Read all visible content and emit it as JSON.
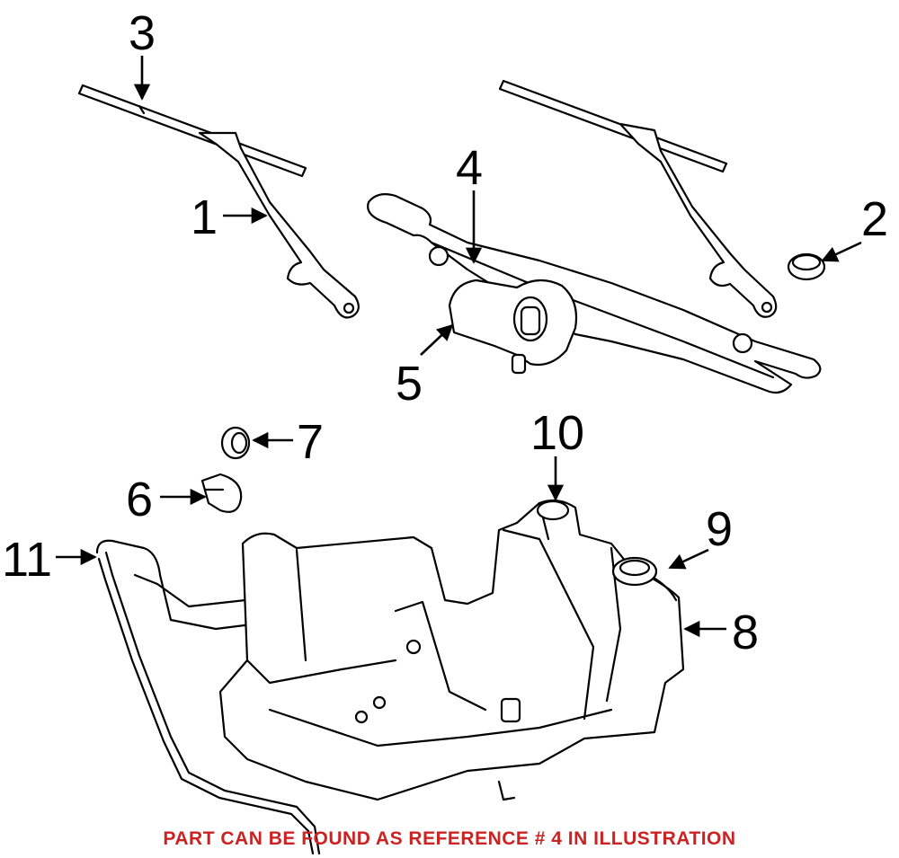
{
  "callouts": {
    "c1": "1",
    "c2": "2",
    "c3": "3",
    "c4": "4",
    "c5": "5",
    "c6": "6",
    "c7": "7",
    "c8": "8",
    "c9": "9",
    "c10": "10",
    "c11": "11"
  },
  "footer": {
    "note": "PART CAN BE FOUND AS REFERENCE # 4 IN ILLUSTRATION",
    "color": "#cc2222"
  }
}
